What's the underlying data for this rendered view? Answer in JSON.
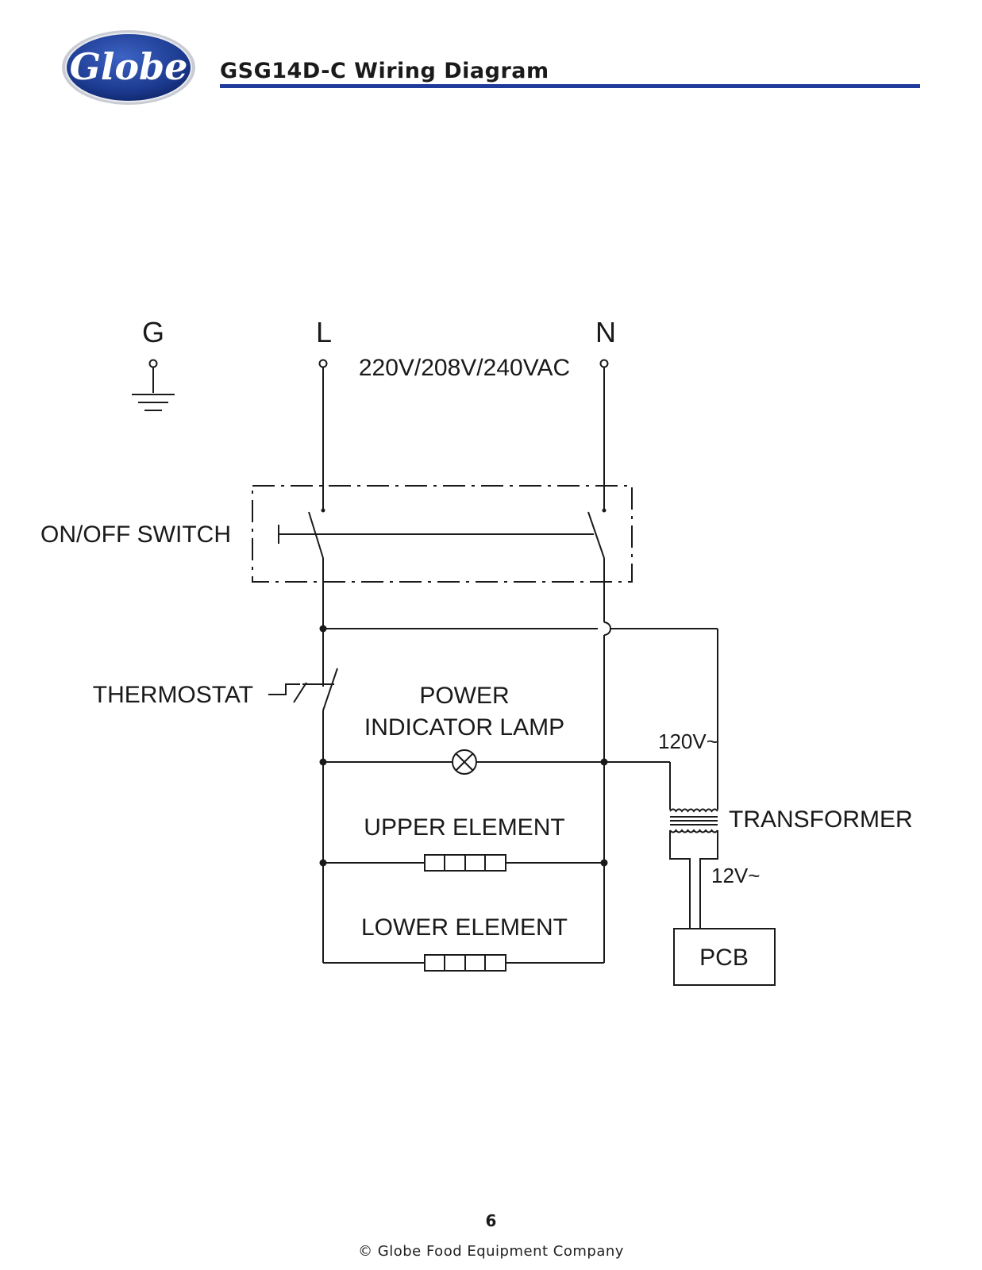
{
  "header": {
    "logo_text": "Globe",
    "title": "GSG14D-C  Wiring Diagram"
  },
  "diagram": {
    "terminals": {
      "ground": "G",
      "line": "L",
      "neutral": "N"
    },
    "supply_voltage": "220V/208V/240VAC",
    "labels": {
      "switch": "ON/OFF SWITCH",
      "thermostat": "THERMOSTAT",
      "lamp_line1": "POWER",
      "lamp_line2": "INDICATOR LAMP",
      "upper_element": "UPPER ELEMENT",
      "lower_element": "LOWER ELEMENT",
      "primary_voltage": "120V~",
      "transformer": "TRANSFORMER",
      "secondary_voltage": "12V~",
      "pcb": "PCB"
    }
  },
  "footer": {
    "page_number": "6",
    "copyright": "© Globe Food Equipment Company"
  },
  "colors": {
    "title_rule": "#1f3c9c",
    "logo_blue": "#1c3a8f",
    "ink": "#1a1a1a"
  }
}
